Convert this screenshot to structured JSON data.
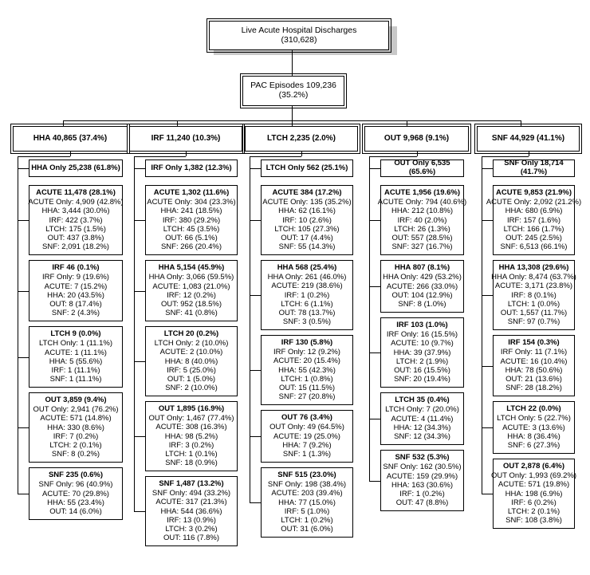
{
  "title": "PAC episode flow diagram",
  "top": {
    "root": {
      "line1": "Live Acute Hospital Discharges",
      "line2": "(310,628)"
    },
    "pac": {
      "line1": "PAC Episodes 109,236",
      "line2": "(35.2%)"
    }
  },
  "columns": [
    {
      "id": "hha",
      "header": "HHA 40,865 (37.4%)",
      "only": "HHA Only 25,238 (61.8%)",
      "details": [
        {
          "head": "ACUTE 11,478 (28.1%)",
          "rows": [
            "ACUTE Only: 4,909 (42.8%)",
            "HHA: 3,444 (30.0%)",
            "IRF: 422 (3.7%)",
            "LTCH: 175 (1.5%)",
            "OUT: 437 (3.8%)",
            "SNF: 2,091 (18.2%)"
          ]
        },
        {
          "head": "IRF 46 (0.1%)",
          "rows": [
            "IRF Only: 9 (19.6%)",
            "ACUTE: 7 (15.2%)",
            "HHA: 20 (43.5%)",
            "OUT: 8 (17.4%)",
            "SNF: 2 (4.3%)"
          ]
        },
        {
          "head": "LTCH 9 (0.0%)",
          "rows": [
            "LTCH Only: 1 (11.1%)",
            "ACUTE: 1 (11.1%)",
            "HHA: 5 (55.6%)",
            "IRF: 1 (11.1%)",
            "SNF: 1 (11.1%)"
          ]
        },
        {
          "head": "OUT 3,859 (9.4%)",
          "rows": [
            "OUT Only: 2,941 (76.2%)",
            "ACUTE: 571 (14.8%)",
            "HHA: 330 (8.6%)",
            "IRF: 7 (0.2%)",
            "LTCH: 2 (0.1%)",
            "SNF: 8 (0.2%)"
          ]
        },
        {
          "head": "SNF 235 (0.6%)",
          "rows": [
            "SNF Only: 96 (40.9%)",
            "ACUTE: 70 (29.8%)",
            "HHA: 55 (23.4%)",
            "OUT: 14 (6.0%)"
          ]
        }
      ]
    },
    {
      "id": "irf",
      "header": "IRF 11,240 (10.3%)",
      "only": "IRF Only 1,382 (12.3%)",
      "details": [
        {
          "head": "ACUTE 1,302 (11.6%)",
          "rows": [
            "ACUTE Only: 304 (23.3%)",
            "HHA: 241 (18.5%)",
            "IRF: 380 (29.2%)",
            "LTCH: 45 (3.5%)",
            "OUT: 66 (5.1%)",
            "SNF: 266 (20.4%)"
          ]
        },
        {
          "head": "HHA 5,154 (45.9%)",
          "rows": [
            "HHA Only: 3,066 (59.5%)",
            "ACUTE: 1,083 (21.0%)",
            "IRF: 12 (0.2%)",
            "OUT: 952 (18.5%)",
            "SNF: 41 (0.8%)"
          ]
        },
        {
          "head": "LTCH 20 (0.2%)",
          "rows": [
            "LTCH Only: 2 (10.0%)",
            "ACUTE: 2 (10.0%)",
            "HHA: 8 (40.0%)",
            "IRF: 5 (25.0%)",
            "OUT: 1 (5.0%)",
            "SNF: 2 (10.0%)"
          ]
        },
        {
          "head": "OUT 1,895 (16.9%)",
          "rows": [
            "OUT Only: 1,467 (77.4%)",
            "ACUTE: 308 (16.3%)",
            "HHA: 98 (5.2%)",
            "IRF: 3 (0.2%)",
            "LTCH: 1 (0.1%)",
            "SNF: 18 (0.9%)"
          ]
        },
        {
          "head": "SNF 1,487 (13.2%)",
          "rows": [
            "SNF Only: 494 (33.2%)",
            "ACUTE: 317 (21.3%)",
            "HHA: 544 (36.6%)",
            "IRF: 13 (0.9%)",
            "LTCH: 3 (0.2%)",
            "OUT: 116 (7.8%)"
          ]
        }
      ]
    },
    {
      "id": "ltch",
      "header": "LTCH 2,235 (2.0%)",
      "only": "LTCH Only 562 (25.1%)",
      "details": [
        {
          "head": "ACUTE 384 (17.2%)",
          "rows": [
            "ACUTE Only: 135 (35.2%)",
            "HHA: 62 (16.1%)",
            "IRF: 10 (2.6%)",
            "LTCH: 105 (27.3%)",
            "OUT: 17 (4.4%)",
            "SNF: 55 (14.3%)"
          ]
        },
        {
          "head": "HHA 568 (25.4%)",
          "rows": [
            "HHA Only: 261 (46.0%)",
            "ACUTE: 219 (38.6%)",
            "IRF: 1 (0.2%)",
            "LTCH: 6 (1.1%)",
            "OUT: 78 (13.7%)",
            "SNF: 3 (0.5%)"
          ]
        },
        {
          "head": "IRF 130 (5.8%)",
          "rows": [
            "IRF Only: 12 (9.2%)",
            "ACUTE: 20 (15.4%)",
            "HHA: 55 (42.3%)",
            "LTCH: 1 (0.8%)",
            "OUT: 15 (11.5%)",
            "SNF: 27 (20.8%)"
          ]
        },
        {
          "head": "OUT 76 (3.4%)",
          "rows": [
            "OUT Only: 49 (64.5%)",
            "ACUTE: 19 (25.0%)",
            "HHA: 7 (9.2%)",
            "SNF: 1 (1.3%)"
          ]
        },
        {
          "head": "SNF 515 (23.0%)",
          "rows": [
            "SNF Only: 198 (38.4%)",
            "ACUTE: 203 (39.4%)",
            "HHA: 77 (15.0%)",
            "IRF: 5 (1.0%)",
            "LTCH: 1 (0.2%)",
            "OUT: 31 (6.0%)"
          ]
        }
      ]
    },
    {
      "id": "out",
      "header": "OUT 9,968 (9.1%)",
      "only": "OUT Only 6,535 (65.6%)",
      "details": [
        {
          "head": "ACUTE 1,956 (19.6%)",
          "rows": [
            "ACUTE Only: 794 (40.6%)",
            "HHA: 212 (10.8%)",
            "IRF: 40 (2.0%)",
            "LTCH: 26 (1.3%)",
            "OUT: 557 (28.5%)",
            "SNF: 327 (16.7%)"
          ]
        },
        {
          "head": "HHA 807 (8.1%)",
          "rows": [
            "HHA Only: 429 (53.2%)",
            "ACUTE: 266 (33.0%)",
            "OUT: 104 (12.9%)",
            "SNF: 8 (1.0%)"
          ]
        },
        {
          "head": "IRF 103 (1.0%)",
          "rows": [
            "IRF Only: 16 (15.5%)",
            "ACUTE: 10 (9.7%)",
            "HHA: 39 (37.9%)",
            "LTCH: 2 (1.9%)",
            "OUT: 16 (15.5%)",
            "SNF: 20 (19.4%)"
          ]
        },
        {
          "head": "LTCH 35 (0.4%)",
          "rows": [
            "LTCH Only: 7 (20.0%)",
            "ACUTE: 4 (11.4%)",
            "HHA: 12 (34.3%)",
            "SNF: 12 (34.3%)"
          ]
        },
        {
          "head": "SNF 532 (5.3%)",
          "rows": [
            "SNF Only: 162 (30.5%)",
            "ACUTE: 159 (29.9%)",
            "HHA: 163 (30.6%)",
            "IRF: 1 (0.2%)",
            "OUT: 47 (8.8%)"
          ]
        }
      ]
    },
    {
      "id": "snf",
      "header": "SNF 44,929 (41.1%)",
      "only": "SNF Only 18,714 (41.7%)",
      "details": [
        {
          "head": "ACUTE 9,853 (21.9%)",
          "rows": [
            "ACUTE Only: 2,092 (21.2%)",
            "HHA: 680 (6.9%)",
            "IRF: 157 (1.6%)",
            "LTCH: 166 (1.7%)",
            "OUT: 245 (2.5%)",
            "SNF: 6,513 (66.1%)"
          ]
        },
        {
          "head": "HHA 13,308 (29.6%)",
          "rows": [
            "HHA Only: 8,474 (63.7%)",
            "ACUTE: 3,171 (23.8%)",
            "IRF: 8 (0.1%)",
            "LTCH: 1 (0.0%)",
            "OUT: 1,557 (11.7%)",
            "SNF: 97 (0.7%)"
          ]
        },
        {
          "head": "IRF 154 (0.3%)",
          "rows": [
            "IRF Only: 11 (7.1%)",
            "ACUTE: 16 (10.4%)",
            "HHA: 78 (50.6%)",
            "OUT: 21 (13.6%)",
            "SNF: 28 (18.2%)"
          ]
        },
        {
          "head": "LTCH 22 (0.0%)",
          "rows": [
            "LTCH Only: 5 (22.7%)",
            "ACUTE: 3 (13.6%)",
            "HHA: 8 (36.4%)",
            "SNF: 6 (27.3%)"
          ]
        },
        {
          "head": "OUT 2,878 (6.4%)",
          "rows": [
            "OUT Only: 1,993 (69.2%)",
            "ACUTE: 571 (19.8%)",
            "HHA: 198 (6.9%)",
            "IRF: 6 (0.2%)",
            "LTCH: 2 (0.1%)",
            "SNF: 108 (3.8%)"
          ]
        }
      ]
    }
  ],
  "colors": {
    "line": "#000000",
    "shadow": "#c8c8c8",
    "background": "#ffffff"
  }
}
